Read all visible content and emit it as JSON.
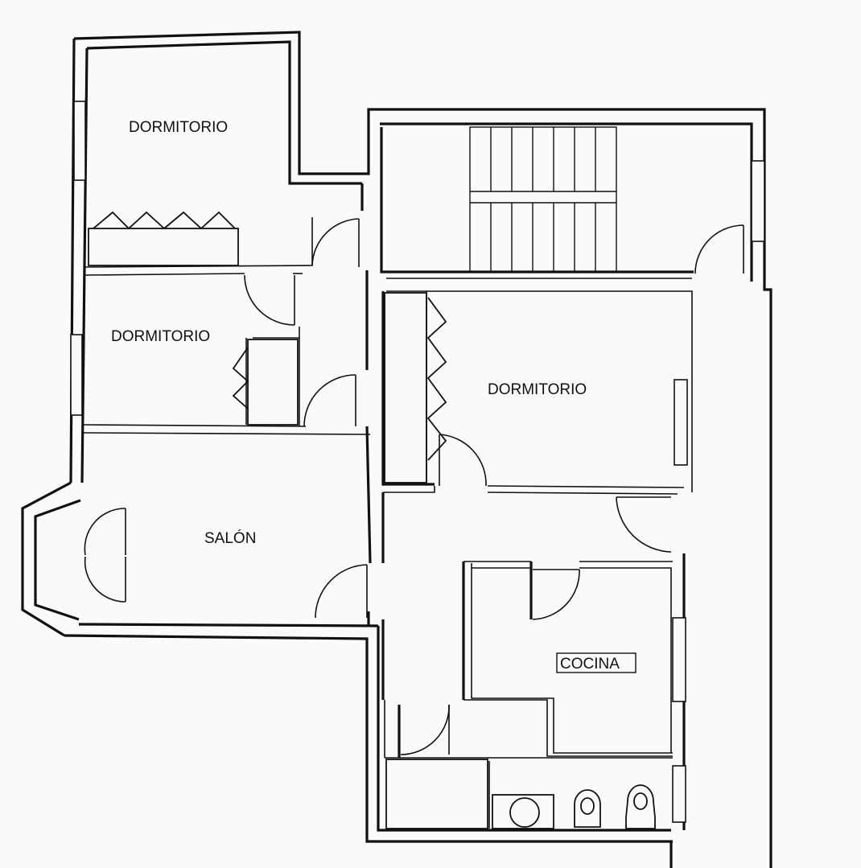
{
  "rooms": [
    {
      "id": "bedroom-1",
      "label": "DORMITORIO"
    },
    {
      "id": "bedroom-2",
      "label": "DORMITORIO"
    },
    {
      "id": "bedroom-3",
      "label": "DORMITORIO"
    },
    {
      "id": "living-room",
      "label": "SALÓN"
    },
    {
      "id": "kitchen",
      "label": "COCINA"
    }
  ],
  "colors": {
    "ink": "#111111",
    "paper": "#fafafa"
  }
}
